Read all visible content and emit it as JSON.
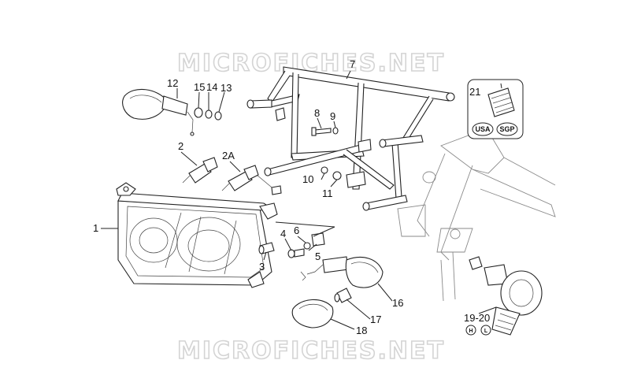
{
  "watermark": {
    "top": "MICROFICHES.NET",
    "bottom": "MICROFICHES.NET"
  },
  "callouts": {
    "c1": "1",
    "c2": "2",
    "c2a": "2A",
    "c3": "3",
    "c4": "4",
    "c5": "5",
    "c6": "6",
    "c7": "7",
    "c8": "8",
    "c9": "9",
    "c10": "10",
    "c11": "11",
    "c12": "12",
    "c13": "13",
    "c14": "14",
    "c15": "15",
    "c16": "16",
    "c17": "17",
    "c18": "18",
    "c19_20": "19-20",
    "c21": "21"
  },
  "badges": {
    "usa": "USA",
    "sgp": "SGP",
    "h": "H",
    "l": "L"
  }
}
